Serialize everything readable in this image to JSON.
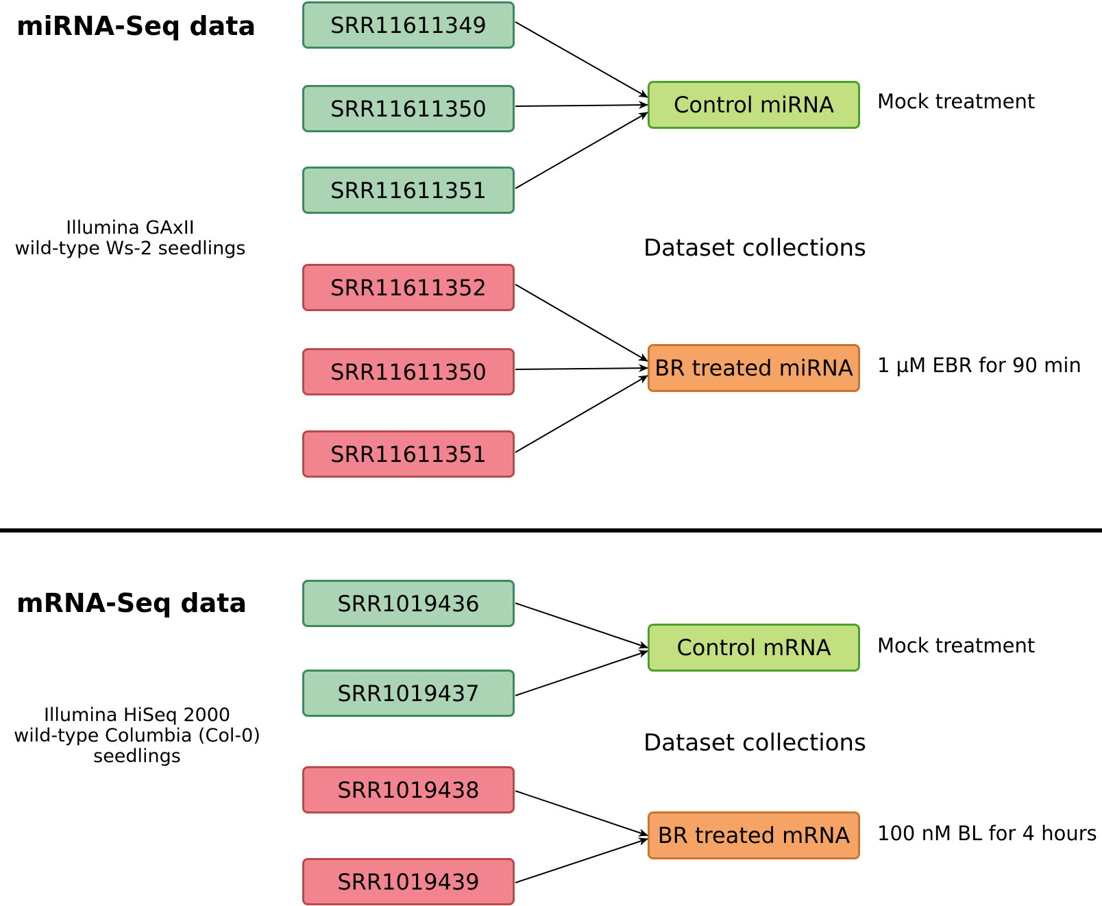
{
  "top": {
    "heading": "miRNA-Seq data",
    "platform_line1": "Illumina GAxII",
    "platform_line2": "wild-type Ws-2 seedlings",
    "control_samples": [
      "SRR11611349",
      "SRR11611350",
      "SRR11611351"
    ],
    "treated_samples": [
      "SRR11611352",
      "SRR11611350",
      "SRR11611351"
    ],
    "control_collection": "Control miRNA",
    "treated_collection": "BR treated miRNA",
    "control_note": "Mock treatment",
    "treated_note": "1 µM EBR for 90 min",
    "collections_label": "Dataset collections"
  },
  "bottom": {
    "heading": "mRNA-Seq data",
    "platform_line1": "Illumina HiSeq 2000",
    "platform_line2": "wild-type Columbia (Col-0)",
    "platform_line3": "seedlings",
    "control_samples": [
      "SRR1019436",
      "SRR1019437"
    ],
    "treated_samples": [
      "SRR1019438",
      "SRR1019439"
    ],
    "control_collection": "Control mRNA",
    "treated_collection": "BR treated mRNA",
    "control_note": "Mock treatment",
    "treated_note": "100 nM BL for 4 hours",
    "collections_label": "Dataset collections"
  },
  "colors": {
    "control_sample_fill": "#abd4b5",
    "treated_sample_fill": "#f2848f",
    "control_collection_fill": "#c3e080",
    "treated_collection_fill": "#f6a466"
  }
}
